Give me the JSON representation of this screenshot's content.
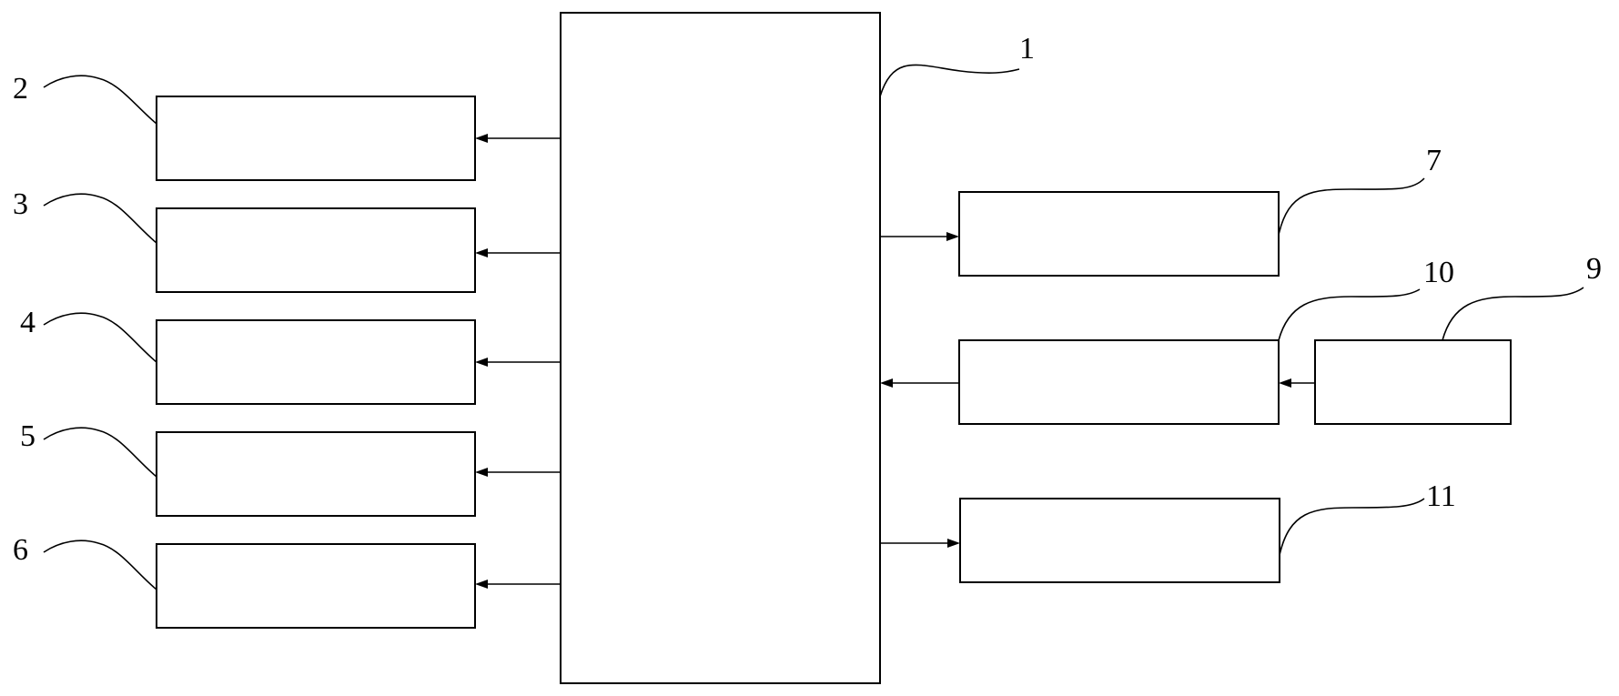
{
  "diagram": {
    "labels": {
      "block_1": "1",
      "block_2": "2",
      "block_3": "3",
      "block_4": "4",
      "block_5": "5",
      "block_6": "6",
      "block_7": "7",
      "block_9": "9",
      "block_10": "10",
      "block_11": "11"
    },
    "flows": [
      {
        "from": "1",
        "to": "2"
      },
      {
        "from": "1",
        "to": "3"
      },
      {
        "from": "1",
        "to": "4"
      },
      {
        "from": "1",
        "to": "5"
      },
      {
        "from": "1",
        "to": "6"
      },
      {
        "from": "1",
        "to": "7"
      },
      {
        "from": "10",
        "to": "1"
      },
      {
        "from": "9",
        "to": "10"
      },
      {
        "from": "1",
        "to": "11"
      }
    ]
  }
}
